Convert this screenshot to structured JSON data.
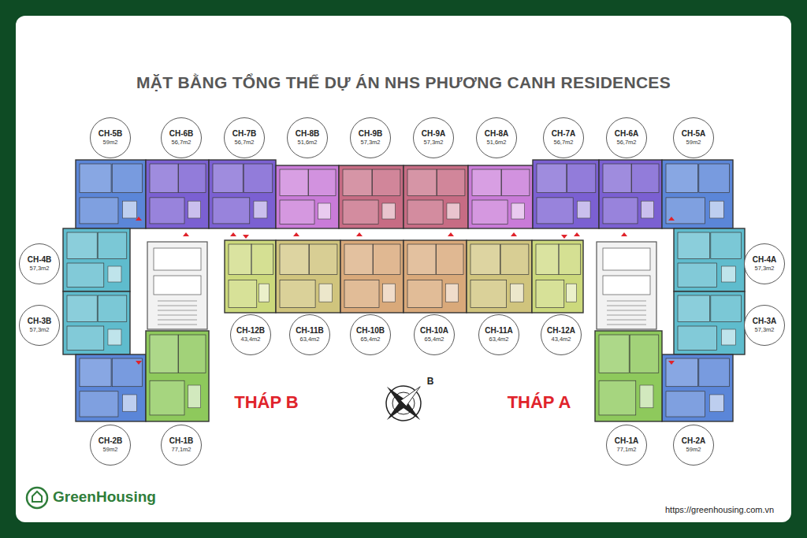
{
  "diagram": {
    "title": "MẶT BẰNG TỔNG THỂ DỰ ÁN NHS PHƯƠNG CANH RESIDENCES",
    "nodes": [
      {
        "text": [
          "CH-5B",
          "59m2"
        ]
      },
      {
        "text": [
          "CH-6B",
          "56,7m2"
        ]
      },
      {
        "text": [
          "CH-7B",
          "56,7m2"
        ]
      },
      {
        "text": [
          "CH-8B",
          "51,6m2"
        ]
      },
      {
        "text": [
          "CH-9B",
          "57,3m2"
        ]
      },
      {
        "text": [
          "CH-9A",
          "57,3m2"
        ]
      },
      {
        "text": [
          "CH-8A",
          "51,6m2"
        ]
      },
      {
        "text": [
          "CH-7A",
          "56,7m2"
        ]
      },
      {
        "text": [
          "CH-6A",
          "56,7m2"
        ]
      },
      {
        "text": [
          "CH-5A",
          "59m2"
        ]
      },
      {
        "text": [
          "CH-4B",
          "57,3m2"
        ]
      },
      {
        "text": [
          "CH-4A",
          "57,3m2"
        ]
      },
      {
        "text": [
          "CH-3B",
          "57,3m2"
        ]
      },
      {
        "text": [
          "CH-12B",
          "43,4m2"
        ]
      },
      {
        "text": [
          "CH-11B",
          "63,4m2"
        ]
      },
      {
        "text": [
          "CH-10B",
          "65,4m2"
        ]
      },
      {
        "text": [
          "CH-10A",
          "65,4m2"
        ]
      },
      {
        "text": [
          "CH-11A",
          "63,4m2"
        ]
      },
      {
        "text": [
          "CH-12A",
          "43,4m2"
        ]
      },
      {
        "text": [
          "CH-3A",
          "57,3m2"
        ]
      },
      {
        "text": [
          "CH-2B",
          "59m2"
        ]
      },
      {
        "text": [
          "CH-1B",
          "77,1m2"
        ]
      },
      {
        "text": [
          "CH-1A",
          "77,1m2"
        ]
      },
      {
        "text": [
          "CH-2A",
          "59m2"
        ]
      }
    ],
    "labels": [
      "THÁP B",
      "THÁP A",
      "B",
      "GreenHousing",
      "https://greenhousing.com.vn"
    ]
  }
}
